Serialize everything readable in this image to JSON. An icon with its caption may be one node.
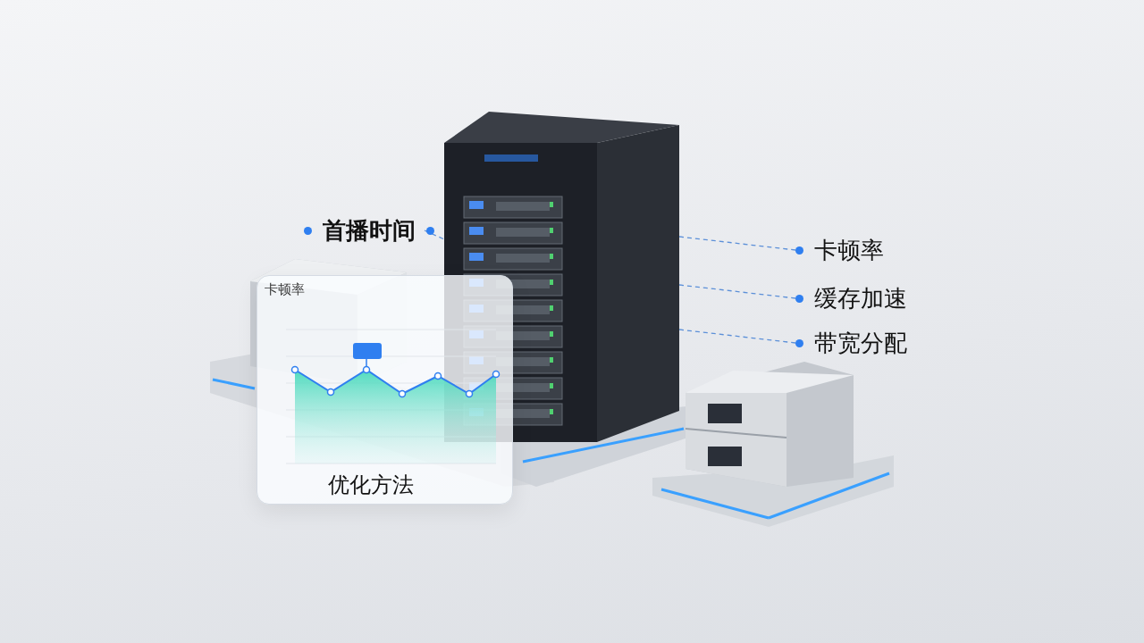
{
  "diagram": {
    "nodes": [
      {
        "text": [],
        "shape": "picture"
      },
      {
        "text": [
          "首播时间"
        ]
      },
      {
        "text": [
          "卡顿率"
        ]
      },
      {
        "text": [
          "缓存加速"
        ]
      },
      {
        "text": [
          "带宽分配"
        ]
      },
      {
        "text": [
          "卡顿率",
          "优化方法"
        ]
      }
    ],
    "edges": [
      {
        "from": 1,
        "to": 0,
        "arrow": "none",
        "style": "dashed"
      },
      {
        "from": 0,
        "to": 2,
        "arrow": "none",
        "style": "dashed"
      },
      {
        "from": 0,
        "to": 3,
        "arrow": "none",
        "style": "dashed"
      },
      {
        "from": 0,
        "to": 4,
        "arrow": "none",
        "style": "dashed"
      }
    ]
  }
}
